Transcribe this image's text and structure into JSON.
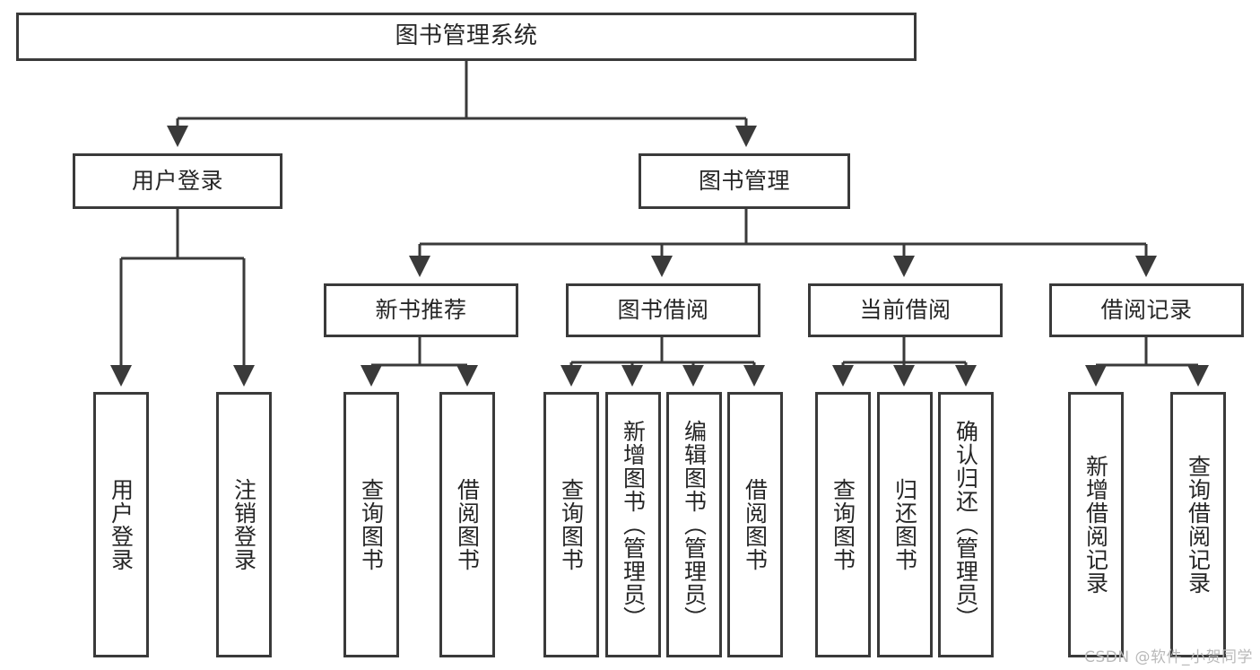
{
  "diagram": {
    "title": "图书管理系统",
    "type": "hierarchy-tree",
    "root": {
      "label": "图书管理系统"
    },
    "level2": [
      {
        "label": "用户登录"
      },
      {
        "label": "图书管理"
      }
    ],
    "level3": [
      {
        "label": "新书推荐"
      },
      {
        "label": "图书借阅"
      },
      {
        "label": "当前借阅"
      },
      {
        "label": "借阅记录"
      }
    ],
    "leaves": {
      "user_login": [
        {
          "label": "用户登录"
        },
        {
          "label": "注销登录"
        }
      ],
      "new_book_recommend": [
        {
          "label": "查询图书"
        },
        {
          "label": "借阅图书"
        }
      ],
      "book_borrow": [
        {
          "label": "查询图书"
        },
        {
          "label": "新增图书（管理员）"
        },
        {
          "label": "编辑图书（管理员）"
        },
        {
          "label": "借阅图书"
        }
      ],
      "current_borrow": [
        {
          "label": "查询图书"
        },
        {
          "label": "归还图书"
        },
        {
          "label": "确认归还（管理员）"
        }
      ],
      "borrow_record": [
        {
          "label": "新增借阅记录"
        },
        {
          "label": "查询借阅记录"
        }
      ]
    }
  },
  "watermark": {
    "text": "CSDN @软件_小贺同学"
  },
  "colors": {
    "border": "#3a3a3a",
    "text": "#262626",
    "background": "#ffffff",
    "watermark": "#b9b9b9"
  }
}
